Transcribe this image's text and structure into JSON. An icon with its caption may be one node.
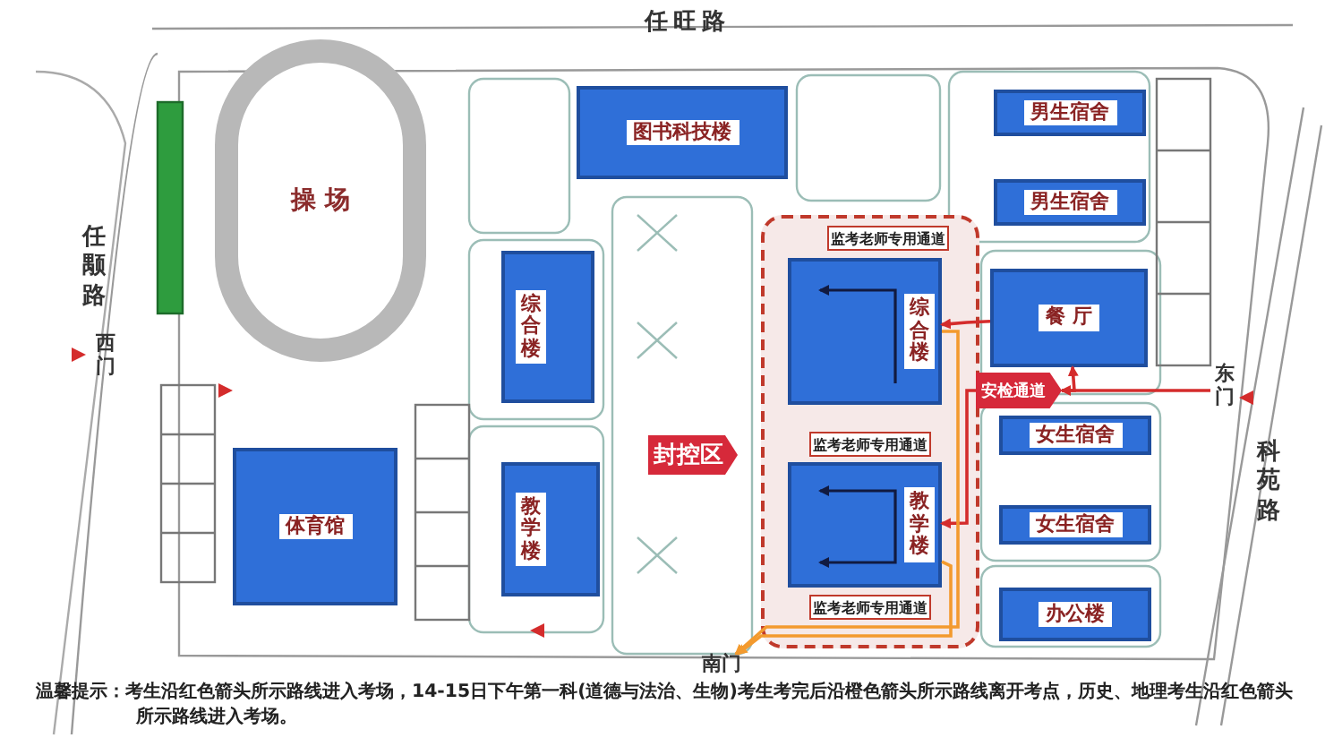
{
  "diagram": {
    "nodes": [
      {
        "text": [
          "操 场"
        ]
      },
      {
        "text": [
          "图书科技楼"
        ]
      },
      {
        "text": [
          "男生宿舍"
        ]
      },
      {
        "text": [
          "男生宿舍"
        ]
      },
      {
        "text": [
          "综合楼"
        ]
      },
      {
        "text": [
          "餐 厅"
        ]
      },
      {
        "text": [
          "安检通道"
        ]
      },
      {
        "text": [
          "东门"
        ]
      },
      {
        "text": [
          "西门"
        ]
      },
      {
        "text": [
          "封控区"
        ]
      },
      {
        "text": [],
        "shape": "box"
      },
      {
        "text": [
          "监考老师专用通道"
        ],
        "in": 10
      },
      {
        "text": [
          "综合楼"
        ],
        "in": 10
      },
      {
        "text": [
          "监考老师专用通道"
        ],
        "in": 10
      },
      {
        "text": [
          "教学楼"
        ],
        "in": 10
      },
      {
        "text": [
          "监考老师专用通道"
        ],
        "in": 10
      },
      {
        "text": [
          "体育馆"
        ]
      },
      {
        "text": [
          "教学楼"
        ]
      },
      {
        "text": [
          "女生宿舍"
        ]
      },
      {
        "text": [
          "女生宿舍"
        ]
      },
      {
        "text": [
          "办公楼"
        ]
      },
      {
        "text": [
          "南门"
        ]
      }
    ],
    "edges": [
      {
        "from": 7,
        "to": 6,
        "arrow": "to"
      },
      {
        "from": 6,
        "to": 5,
        "arrow": "to"
      },
      {
        "from": 5,
        "to": 12,
        "arrow": "to"
      },
      {
        "from": 6,
        "to": 14,
        "arrow": "to"
      },
      {
        "from": 12,
        "to": 21,
        "arrow": "to",
        "color": "#f39a2e"
      },
      {
        "from": 14,
        "to": 21,
        "arrow": "to",
        "color": "#f39a2e"
      }
    ],
    "labels": [
      "任旺路",
      "任颙路",
      "科苑路"
    ],
    "caption": "温馨提示：考生沿红色箭头所示路线进入考场，14-15日下午第一科(道德与法治、生物)考生考完后沿橙色箭头所示路线离开考点，历史、地理考生沿红色箭头所示路线进入考场。"
  }
}
